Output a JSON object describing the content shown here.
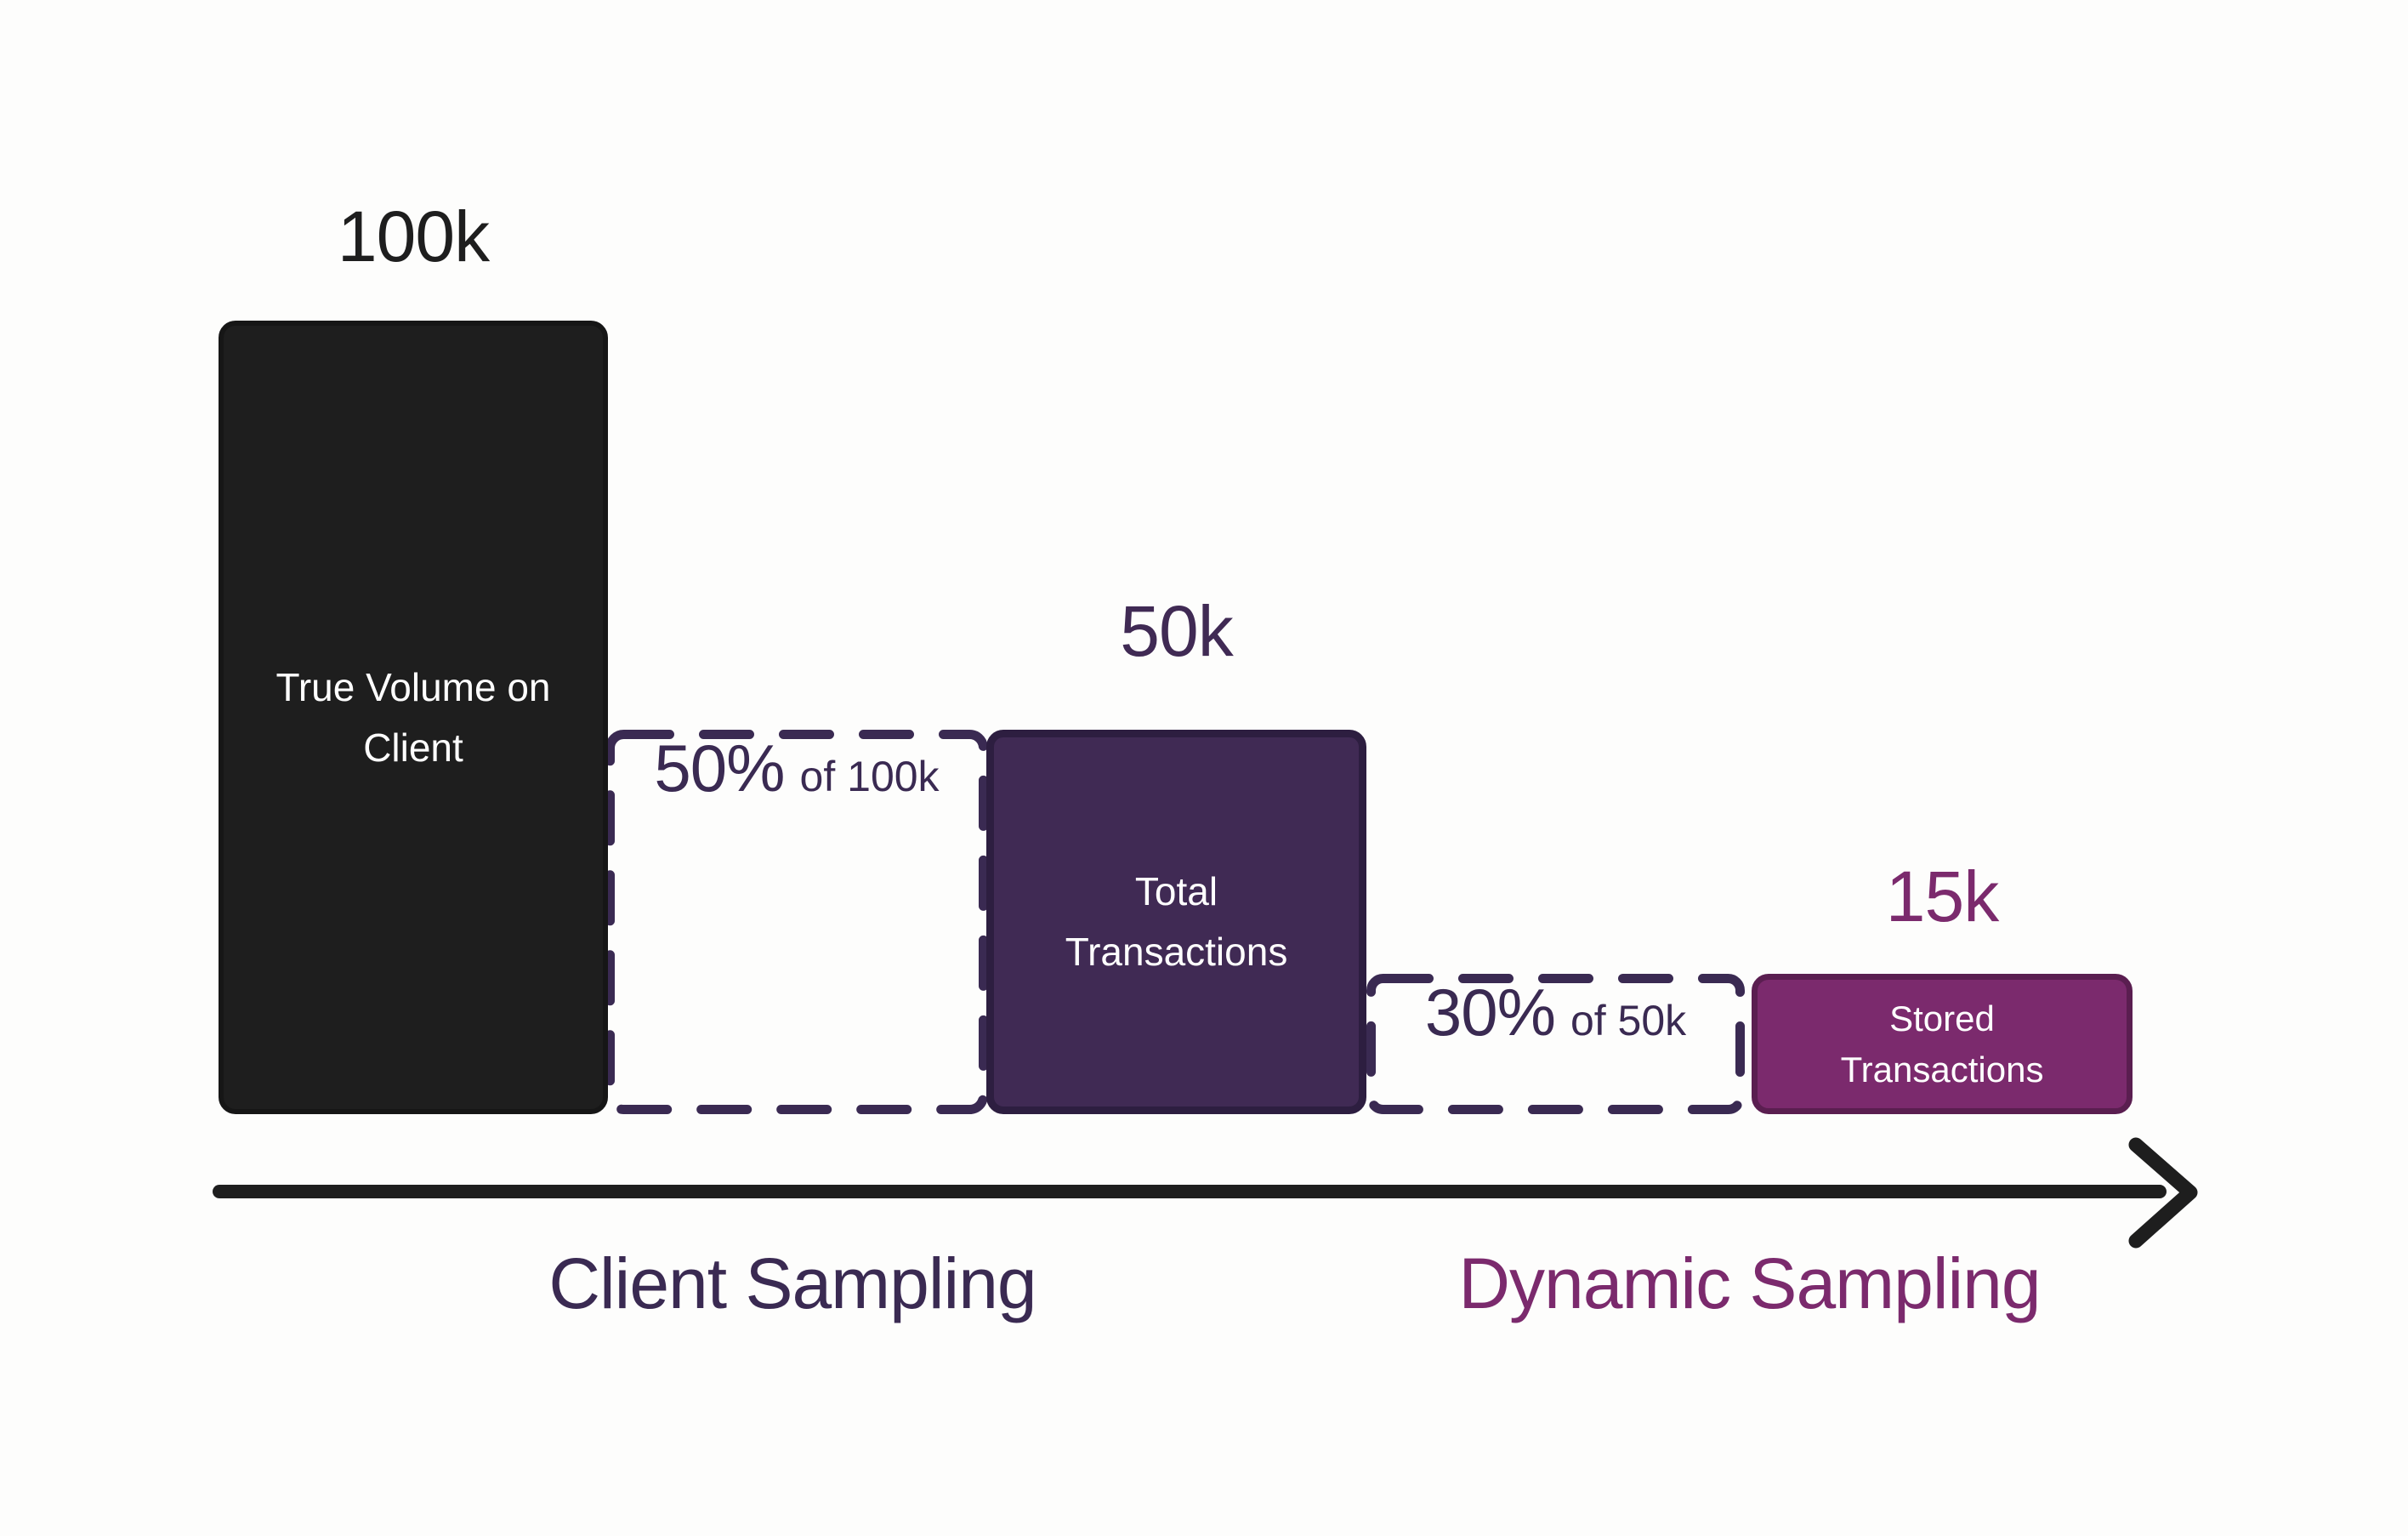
{
  "colors": {
    "background": "#FDFDFC",
    "ink": "#1E1E1E",
    "dark_purple_fill": "#402A54",
    "dark_purple_border": "#2D1E40",
    "dashed_outline": "#3A2A52",
    "magenta_fill": "#7B2A6D",
    "magenta_border": "#5A1E50",
    "bar_text": "#FFFFFF"
  },
  "bars": [
    {
      "value_label": "100k",
      "label_top": "True Volume on",
      "label_bottom": "Client"
    },
    {
      "value_label": "50k",
      "label_top": "Total",
      "label_bottom": "Transactions"
    },
    {
      "value_label": "15k",
      "label_top": "Stored",
      "label_bottom": "Transactions"
    }
  ],
  "reductions": [
    {
      "percent": "50%",
      "of_text": "of 100k"
    },
    {
      "percent": "30%",
      "of_text": "of 50k"
    }
  ],
  "stage_labels": [
    {
      "label": "Client Sampling"
    },
    {
      "label": "Dynamic Sampling"
    }
  ],
  "chart_data": {
    "type": "bar",
    "categories": [
      "True Volume on Client",
      "Total Transactions",
      "Stored Transactions"
    ],
    "values": [
      100000,
      50000,
      15000
    ],
    "value_labels": [
      "100k",
      "50k",
      "15k"
    ],
    "annotations": [
      "50% of 100k",
      "30% of 50k"
    ],
    "stages": [
      "Client Sampling",
      "Dynamic Sampling"
    ],
    "legend_position": "none",
    "grid": false
  }
}
